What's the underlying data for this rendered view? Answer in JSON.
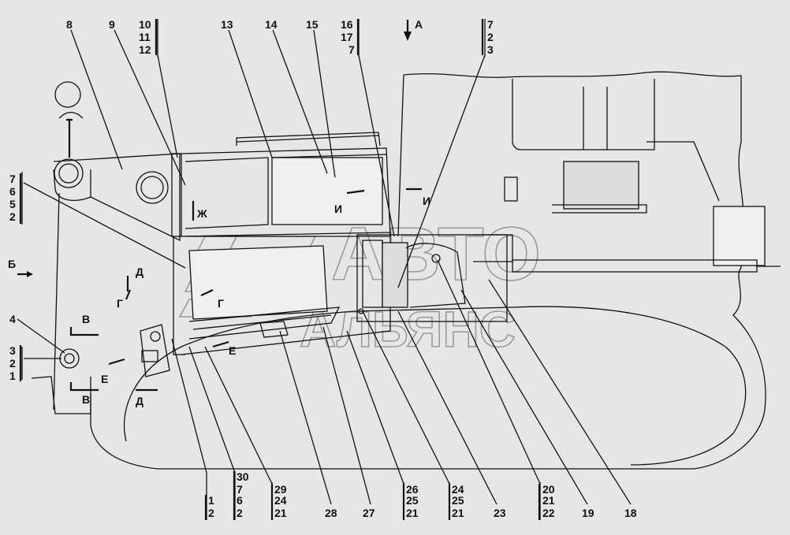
{
  "top_labels": [
    {
      "id": "8",
      "text": "8"
    },
    {
      "id": "9",
      "text": "9"
    },
    {
      "id": "10",
      "text": "10"
    },
    {
      "id": "11",
      "text": "11"
    },
    {
      "id": "12",
      "text": "12"
    },
    {
      "id": "13",
      "text": "13"
    },
    {
      "id": "14",
      "text": "14"
    },
    {
      "id": "15",
      "text": "15"
    },
    {
      "id": "16",
      "text": "16"
    },
    {
      "id": "17",
      "text": "17"
    },
    {
      "id": "7a",
      "text": "7"
    },
    {
      "id": "A",
      "text": "А"
    },
    {
      "id": "7b",
      "text": "7"
    },
    {
      "id": "2a",
      "text": "2"
    },
    {
      "id": "3a",
      "text": "3"
    }
  ],
  "left_labels": [
    {
      "id": "7c",
      "text": "7"
    },
    {
      "id": "6a",
      "text": "6"
    },
    {
      "id": "5a",
      "text": "5"
    },
    {
      "id": "2b",
      "text": "2"
    },
    {
      "id": "B",
      "text": "Б"
    },
    {
      "id": "4",
      "text": "4"
    },
    {
      "id": "3b",
      "text": "3"
    },
    {
      "id": "2c",
      "text": "2"
    },
    {
      "id": "1a",
      "text": "1"
    }
  ],
  "bottom_labels": [
    {
      "id": "b1",
      "text": "1"
    },
    {
      "id": "b2",
      "text": "2"
    },
    {
      "id": "b30",
      "text": "30"
    },
    {
      "id": "b7",
      "text": "7"
    },
    {
      "id": "b6",
      "text": "6"
    },
    {
      "id": "b2b",
      "text": "2"
    },
    {
      "id": "b29",
      "text": "29"
    },
    {
      "id": "b24",
      "text": "24"
    },
    {
      "id": "b21",
      "text": "21"
    },
    {
      "id": "b28",
      "text": "28"
    },
    {
      "id": "b27",
      "text": "27"
    },
    {
      "id": "b26",
      "text": "26"
    },
    {
      "id": "b25",
      "text": "25"
    },
    {
      "id": "b21b",
      "text": "21"
    },
    {
      "id": "b24b",
      "text": "24"
    },
    {
      "id": "b25b",
      "text": "25"
    },
    {
      "id": "b21c",
      "text": "21"
    },
    {
      "id": "b23",
      "text": "23"
    },
    {
      "id": "b20",
      "text": "20"
    },
    {
      "id": "b21d",
      "text": "21"
    },
    {
      "id": "b22",
      "text": "22"
    },
    {
      "id": "b19",
      "text": "19"
    },
    {
      "id": "b18",
      "text": "18"
    }
  ],
  "section_marks": {
    "V": "В",
    "G": "Г",
    "D": "Д",
    "E": "Е",
    "ZH": "Ж",
    "I": "И"
  },
  "watermark": {
    "line1": "АВТО",
    "line2": "АЛЬЯНС"
  }
}
